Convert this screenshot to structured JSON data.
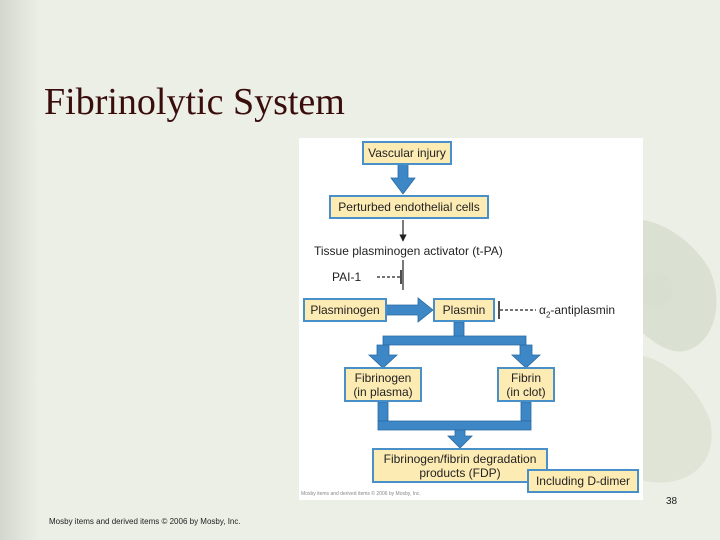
{
  "slide": {
    "title": "Fibrinolytic System",
    "page_number": "38",
    "footer": "Mosby items and derived items © 2006 by Mosby, Inc.",
    "credit": "Mosby items and derived items © 2006 by Mosby, Inc."
  },
  "diagram": {
    "vascular_injury": "Vascular injury",
    "perturbed_cells": "Perturbed endothelial cells",
    "tpa": "Tissue plasminogen activator (t-PA)",
    "pai1": "PAI-1",
    "plasminogen": "Plasminogen",
    "plasmin": "Plasmin",
    "antiplasmin_greek": "α",
    "antiplasmin_sub": "2",
    "antiplasmin_rest": "-antiplasmin",
    "fibrinogen_line1": "Fibrinogen",
    "fibrinogen_line2": "(in plasma)",
    "fibrin_line1": "Fibrin",
    "fibrin_line2": "(in clot)",
    "fdp_line1": "Fibrinogen/fibrin degradation",
    "fdp_line2": "products (FDP)",
    "ddimer": "Including D-dimer"
  },
  "colors": {
    "arrow": "#3d87c6",
    "box_fill": "#fdebb4",
    "box_border": "#4a90c8",
    "title": "#3a0d0d",
    "background": "#ecefe6"
  }
}
